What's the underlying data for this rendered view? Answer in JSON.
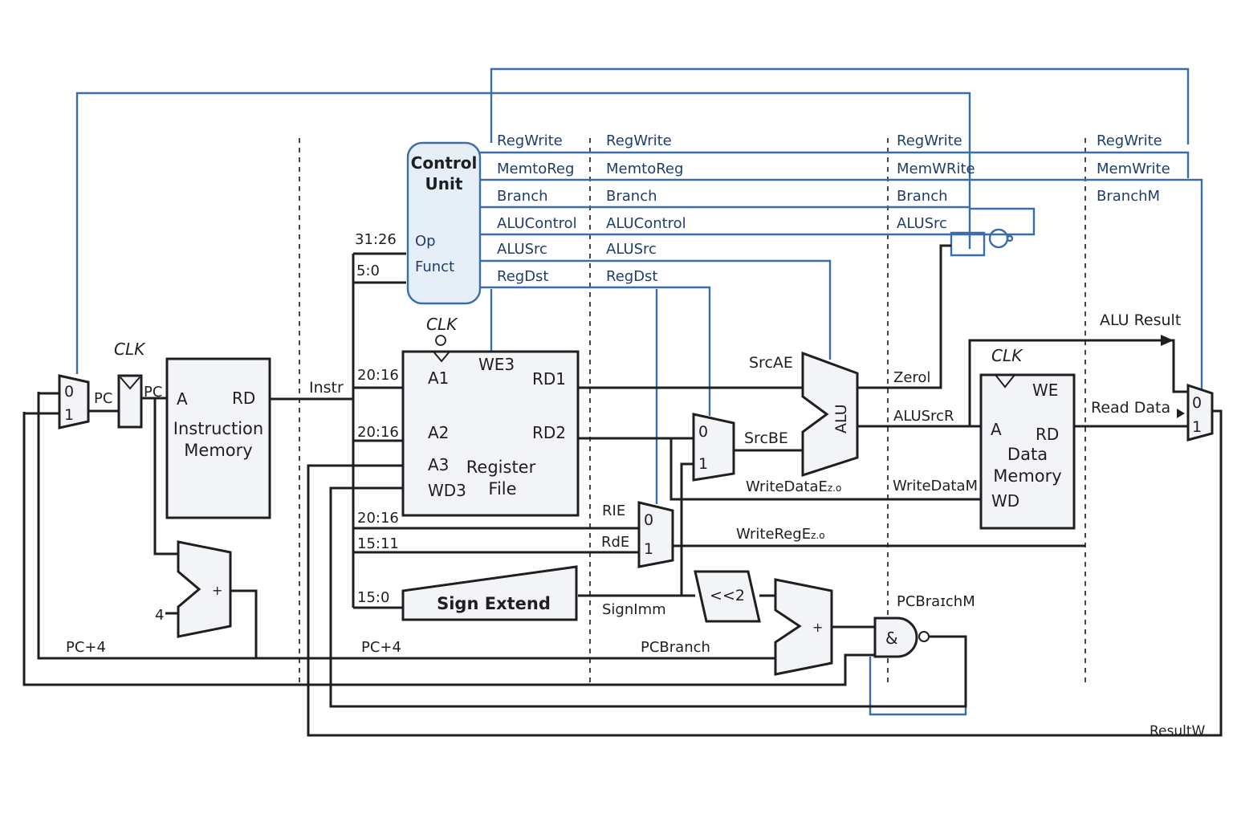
{
  "control_unit": {
    "title_line1": "Control",
    "title_line2": "Unit",
    "op": "Op",
    "funct": "Funct"
  },
  "stage_signals": {
    "d": [
      "RegWrite",
      "MemtoReg",
      "Branch",
      "ALUControl",
      "ALUSrc",
      "RegDst"
    ],
    "e": [
      "RegWrite",
      "MemtoReg",
      "Branch",
      "ALUControl",
      "ALUSrc",
      "RegDst"
    ],
    "m": [
      "RegWrite",
      "MemWRite",
      "Branch",
      "ALUSrc"
    ],
    "w": [
      "RegWrite",
      "MemWrite",
      "BranchM"
    ]
  },
  "pc_logic": {
    "clk": "CLK",
    "pc_in": "PC",
    "pc_out": "PC",
    "mux_0": "0",
    "mux_1": "1",
    "adder_plus": "+",
    "four": "4",
    "pc_plus4_left": "PC+4",
    "pc_plus4_mid": "PC+4"
  },
  "imem": {
    "a": "A",
    "rd": "RD",
    "line1": "Instruction",
    "line2": "Memory",
    "instr": "Instr"
  },
  "fields": {
    "f31_26": "31:26",
    "f5_0": "5:0",
    "f20_16a": "20:16",
    "f20_16b": "20:16",
    "f20_16c": "20:16",
    "f15_11": "15:11",
    "f15_0": "15:0"
  },
  "regfile": {
    "clk": "CLK",
    "we3": "WE3",
    "a1": "A1",
    "a2": "A2",
    "a3": "A3",
    "wd3": "WD3",
    "rd1": "RD1",
    "rd2": "RD2",
    "line1": "Register",
    "line2": "File"
  },
  "sign_extend": {
    "label": "Sign Extend",
    "signimm": "SignImm"
  },
  "execute": {
    "srcae": "SrcAE",
    "srcbe": "SrcBE",
    "alu": "ALU",
    "mux_0": "0",
    "mux_1": "1",
    "write_data_e": "WriteDataE",
    "write_data_e_sub": "z.o",
    "rte": "RIE",
    "rde": "RdE",
    "regmux_0": "0",
    "regmux_1": "1",
    "write_reg_e": "WriteRegE",
    "write_reg_e_sub": "z.o",
    "shift": "<<2",
    "adder_plus": "+",
    "pcbranch": "PCBranch"
  },
  "memory": {
    "zero": "Zerol",
    "alusrcr": "ALUSrcR",
    "write_data_m": "WriteDataM",
    "clk": "CLK",
    "we": "WE",
    "a": "A",
    "rd": "RD",
    "line1": "Data",
    "line2": "Memory",
    "wd": "WD",
    "pcbranchm": "PCBraɪchM",
    "and": "&"
  },
  "writeback": {
    "alu_result": "ALU Result",
    "read_data": "Read Data",
    "mux_0": "0",
    "mux_1": "1",
    "resultw": "ResultW"
  }
}
